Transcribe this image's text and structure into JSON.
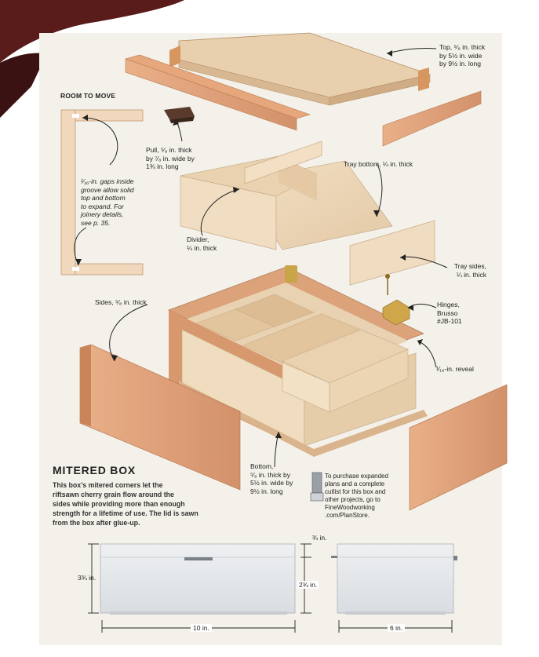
{
  "labels": {
    "room_to_move": "ROOM TO MOVE",
    "room_note": "¹⁄₁₆-in. gaps inside\ngroove allow solid\ntop and bottom\nto expand. For\njoinery details,\nsee p. 35.",
    "top": "Top, ⁵⁄₈ in. thick\nby 5½ in. wide\nby 9½ in. long",
    "pull": "Pull, ⁵⁄₈ in. thick\nby ⁷⁄₈ in. wide by\n1¾ in. long",
    "tray_bottom": "Tray bottom, ¼ in. thick",
    "divider": "Divider,\n¼ in. thick",
    "tray_sides": "Tray sides,\n¼ in. thick",
    "sides": "Sides, ⁵⁄₈ in. thick",
    "hinges": "Hinges,\nBrusso\n#JB-101",
    "reveal": "¹⁄₁₆-in. reveal",
    "bottom": "Bottom,\n⁵⁄₈ in. thick by\n5½ in. wide by\n9½ in. long"
  },
  "mitered_box": {
    "title": "MITERED BOX",
    "text": "This box’s mitered corners let the\nriftsawn cherry grain flow around the\nsides while providing more than enough\nstrength for a lifetime of use. The lid is sawn\nfrom the box after glue-up."
  },
  "plan_note": "To purchase expanded\nplans and a complete\ncutlist for this box and\nother projects, go to\nFineWoodworking\n.com/PlanStore.",
  "dimensions": {
    "height_total": "3¾ in.",
    "lid_height": "¾ in.",
    "base_height": "2¾ in.",
    "length": "10 in.",
    "width": "6 in."
  }
}
